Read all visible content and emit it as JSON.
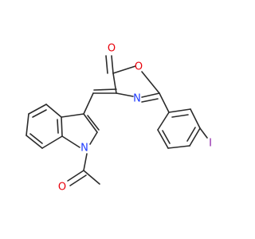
{
  "molecule": {
    "atoms": {
      "O_carbonyl": {
        "symbol": "O",
        "color": "#e8000b"
      },
      "O_ring": {
        "symbol": "O",
        "color": "#e8000b"
      },
      "N_oxazolone": {
        "symbol": "N",
        "color": "#1f3cff"
      },
      "I": {
        "symbol": "I",
        "color": "#8b1fa8"
      },
      "N_indole": {
        "symbol": "N",
        "color": "#1f3cff"
      },
      "O_acetyl": {
        "symbol": "O",
        "color": "#e8000b"
      }
    },
    "bond_color": "#2b2b2b",
    "background": "#ffffff"
  }
}
